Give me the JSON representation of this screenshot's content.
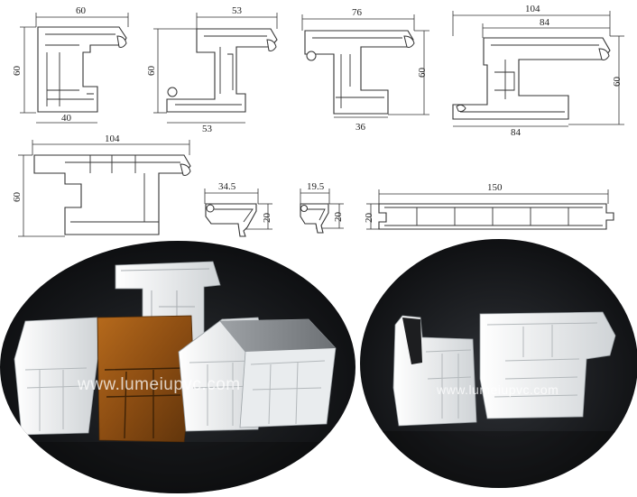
{
  "drawings": [
    {
      "id": "p1",
      "dims": [
        "60",
        "60",
        "40"
      ]
    },
    {
      "id": "p2",
      "dims": [
        "53",
        "60",
        "53"
      ]
    },
    {
      "id": "p3",
      "dims": [
        "76",
        "60",
        "36"
      ]
    },
    {
      "id": "p4",
      "dims": [
        "104",
        "84",
        "60",
        "84"
      ]
    },
    {
      "id": "p5",
      "dims": [
        "104",
        "60"
      ]
    },
    {
      "id": "p6",
      "dims": [
        "34.5",
        "20"
      ]
    },
    {
      "id": "p7",
      "dims": [
        "19.5",
        "20"
      ]
    },
    {
      "id": "p8",
      "dims": [
        "150",
        "20"
      ]
    }
  ],
  "photos": {
    "left_watermark": "www.lumeiupvc.com",
    "right_watermark": "www.lumeiupvc.com"
  }
}
